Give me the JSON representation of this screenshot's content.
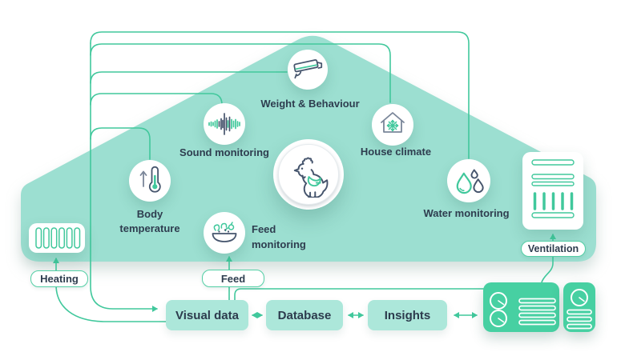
{
  "sensors": {
    "weight_behaviour": {
      "label": "Weight & Behaviour",
      "icon": "cctv-camera-icon"
    },
    "sound_monitoring": {
      "label": "Sound monitoring",
      "icon": "sound-wave-icon"
    },
    "house_climate": {
      "label": "House climate",
      "icon": "house-climate-icon"
    },
    "body_temperature": {
      "label_line1": "Body",
      "label_line2": "temperature",
      "icon": "thermometer-icon"
    },
    "feed_monitoring": {
      "label_line1": "Feed",
      "label_line2": "monitoring",
      "icon": "feed-bowl-icon"
    },
    "water_monitoring": {
      "label": "Water monitoring",
      "icon": "water-drops-icon"
    }
  },
  "center": {
    "icon": "chicken-icon"
  },
  "devices": {
    "heating": {
      "label": "Heating",
      "icon": "radiator-icon"
    },
    "feed": {
      "label": "Feed"
    },
    "ventilation": {
      "label": "Ventilation",
      "icon": "ventilation-panel-icon"
    }
  },
  "pipeline": {
    "visual_data": "Visual data",
    "database": "Database",
    "insights": "Insights"
  },
  "dashboards": {
    "large": "dashboard-panel-icon",
    "small": "dashboard-panel-small-icon"
  },
  "colors": {
    "house_fill": "#9CDFD1",
    "connector_green": "#41C89C",
    "node_fill": "#ACE7DA",
    "panel_green": "#47D0A2",
    "icon_navy": "#46556D",
    "text_dark": "#2E3D4F"
  }
}
